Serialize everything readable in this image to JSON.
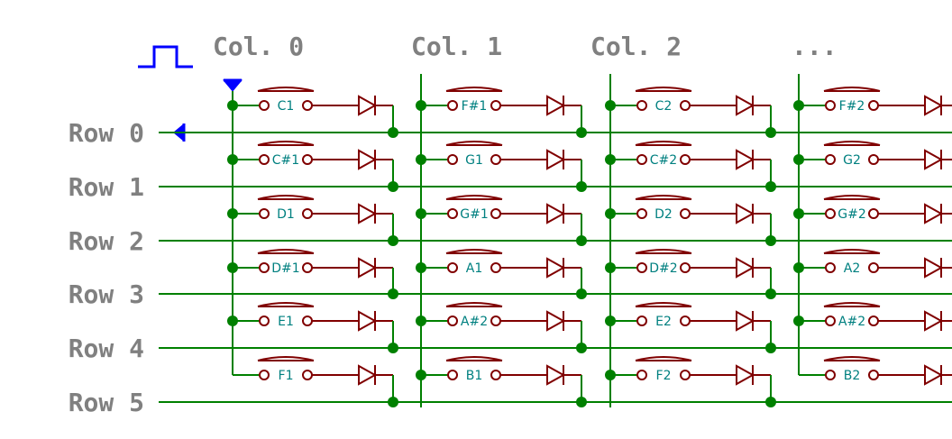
{
  "columns": [
    "Col. 0",
    "Col. 1",
    "Col. 2",
    "..."
  ],
  "rows": [
    "Row 0",
    "Row 1",
    "Row 2",
    "Row 3",
    "Row 4",
    "Row 5"
  ],
  "keys": [
    [
      "C1",
      "C#1",
      "D1",
      "D#1",
      "E1",
      "F1"
    ],
    [
      "F#1",
      "G1",
      "G#1",
      "A1",
      "A#2",
      "B1"
    ],
    [
      "C2",
      "C#2",
      "D2",
      "D#2",
      "E2",
      "F2"
    ],
    [
      "F#2",
      "G2",
      "G#2",
      "A2",
      "A#2",
      "B2"
    ]
  ],
  "colors": {
    "wire": "#008000",
    "component": "#800000",
    "key_text": "#008080",
    "label_text": "#808080",
    "signal": "#0000ff"
  },
  "icons": {
    "clock_pulse": "clock-pulse-icon",
    "column_output": "column-output-arrow-icon",
    "row_input": "row-input-arrow-icon"
  }
}
